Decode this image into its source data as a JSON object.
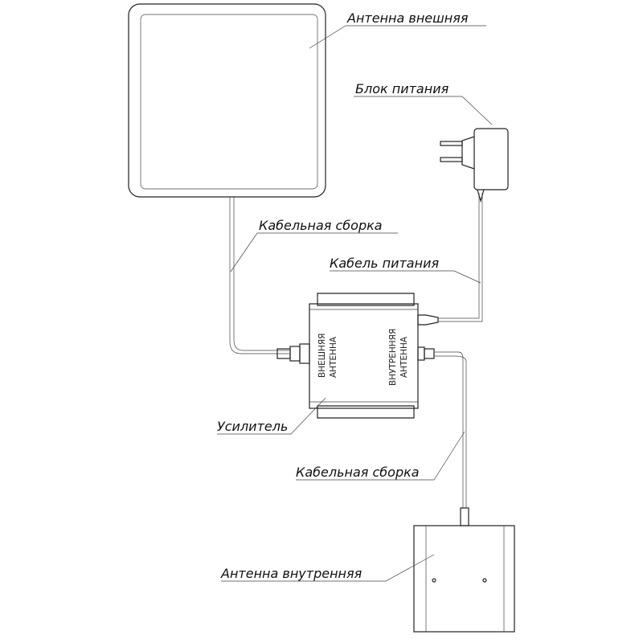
{
  "labels": {
    "outdoor_antenna": "Антенна внешняя",
    "power_supply": "Блок питания",
    "cable_assembly_1": "Кабельная сборка",
    "power_cable": "Кабель питания",
    "amplifier": "Усилитель",
    "cable_assembly_2": "Кабельная сборка",
    "indoor_antenna": "Антенна внутренняя"
  },
  "amplifier_ports": {
    "outer_1": "ВНЕШНЯЯ",
    "outer_2": "АНТЕННА",
    "inner_1": "ВНУТРЕННЯЯ",
    "inner_2": "АНТЕННА"
  }
}
